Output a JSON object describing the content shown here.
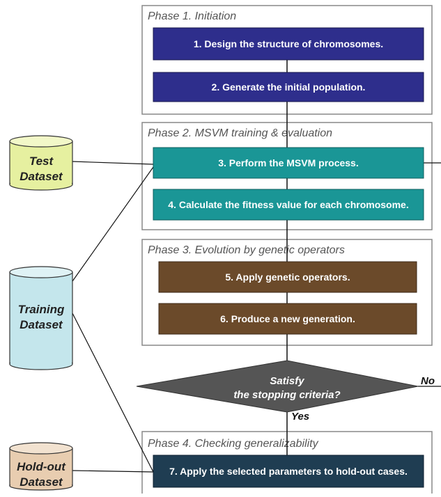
{
  "phases": [
    {
      "title": "Phase 1. Initiation"
    },
    {
      "title": "Phase 2. MSVM training & evaluation"
    },
    {
      "title": "Phase 3. Evolution by genetic operators"
    },
    {
      "title": "Phase 4. Checking generalizability"
    }
  ],
  "steps": [
    {
      "text": "1. Design the structure of chromosomes."
    },
    {
      "text": "2. Generate the initial population."
    },
    {
      "text": "3. Perform the MSVM process."
    },
    {
      "text": "4. Calculate the fitness value for each chromosome."
    },
    {
      "text": "5. Apply genetic operators."
    },
    {
      "text": "6. Produce a new generation."
    },
    {
      "text": "7. Apply the selected parameters to hold-out cases."
    }
  ],
  "datasets": [
    {
      "line1": "Test",
      "line2": "Dataset"
    },
    {
      "line1": "Training",
      "line2": "Dataset"
    },
    {
      "line1": "Hold-out",
      "line2": "Dataset"
    }
  ],
  "decision": {
    "line1": "Satisfy",
    "line2": "the stopping criteria?"
  },
  "labels": {
    "yes": "Yes",
    "no": "No"
  },
  "colors": {
    "phase1": "#2e2e8c",
    "phase2": "#1a9696",
    "phase3": "#6b4a2a",
    "phase4": "#1f3d52",
    "decision": "#555555",
    "test_dataset": "#e6f0a0",
    "training_dataset": "#c4e6ec",
    "holdout_dataset": "#e8cdb0"
  }
}
